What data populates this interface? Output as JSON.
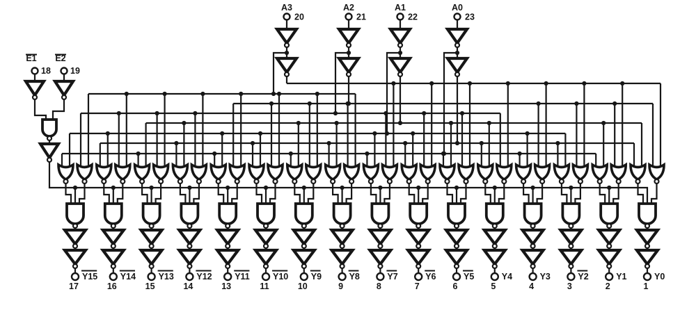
{
  "diagram": {
    "device": "4-to-16 line decoder/demultiplexer logic diagram",
    "colors": {
      "ink": "#161616",
      "background": "#ffffff"
    },
    "address_inputs": [
      {
        "label": "A3",
        "pin": "20"
      },
      {
        "label": "A2",
        "pin": "21"
      },
      {
        "label": "A1",
        "pin": "22"
      },
      {
        "label": "A0",
        "pin": "23"
      }
    ],
    "enable_inputs": [
      {
        "label": "E1",
        "pin": "18",
        "overbar": true
      },
      {
        "label": "E2",
        "pin": "19",
        "overbar": true
      }
    ],
    "bus_signals": [
      "A3",
      "A3-bar",
      "A2",
      "A2-bar",
      "A1",
      "A1-bar",
      "A0",
      "A0-bar"
    ],
    "outputs": [
      {
        "label": "Y15",
        "pin": "17",
        "overbar": true
      },
      {
        "label": "Y14",
        "pin": "16",
        "overbar": true
      },
      {
        "label": "Y13",
        "pin": "15",
        "overbar": true
      },
      {
        "label": "Y12",
        "pin": "14",
        "overbar": true
      },
      {
        "label": "Y11",
        "pin": "13",
        "overbar": true
      },
      {
        "label": "Y10",
        "pin": "11",
        "overbar": true
      },
      {
        "label": "Y9",
        "pin": "10",
        "overbar": true
      },
      {
        "label": "Y8",
        "pin": "9",
        "overbar": true
      },
      {
        "label": "Y7",
        "pin": "8",
        "overbar": true
      },
      {
        "label": "Y6",
        "pin": "7",
        "overbar": true
      },
      {
        "label": "Y5",
        "pin": "6",
        "overbar": true
      },
      {
        "label": "Y4",
        "pin": "5",
        "overbar": false
      },
      {
        "label": "Y3",
        "pin": "4",
        "overbar": false
      },
      {
        "label": "Y2",
        "pin": "3",
        "overbar": true
      },
      {
        "label": "Y1",
        "pin": "2",
        "overbar": false
      },
      {
        "label": "Y0",
        "pin": "1",
        "overbar": false
      }
    ]
  }
}
